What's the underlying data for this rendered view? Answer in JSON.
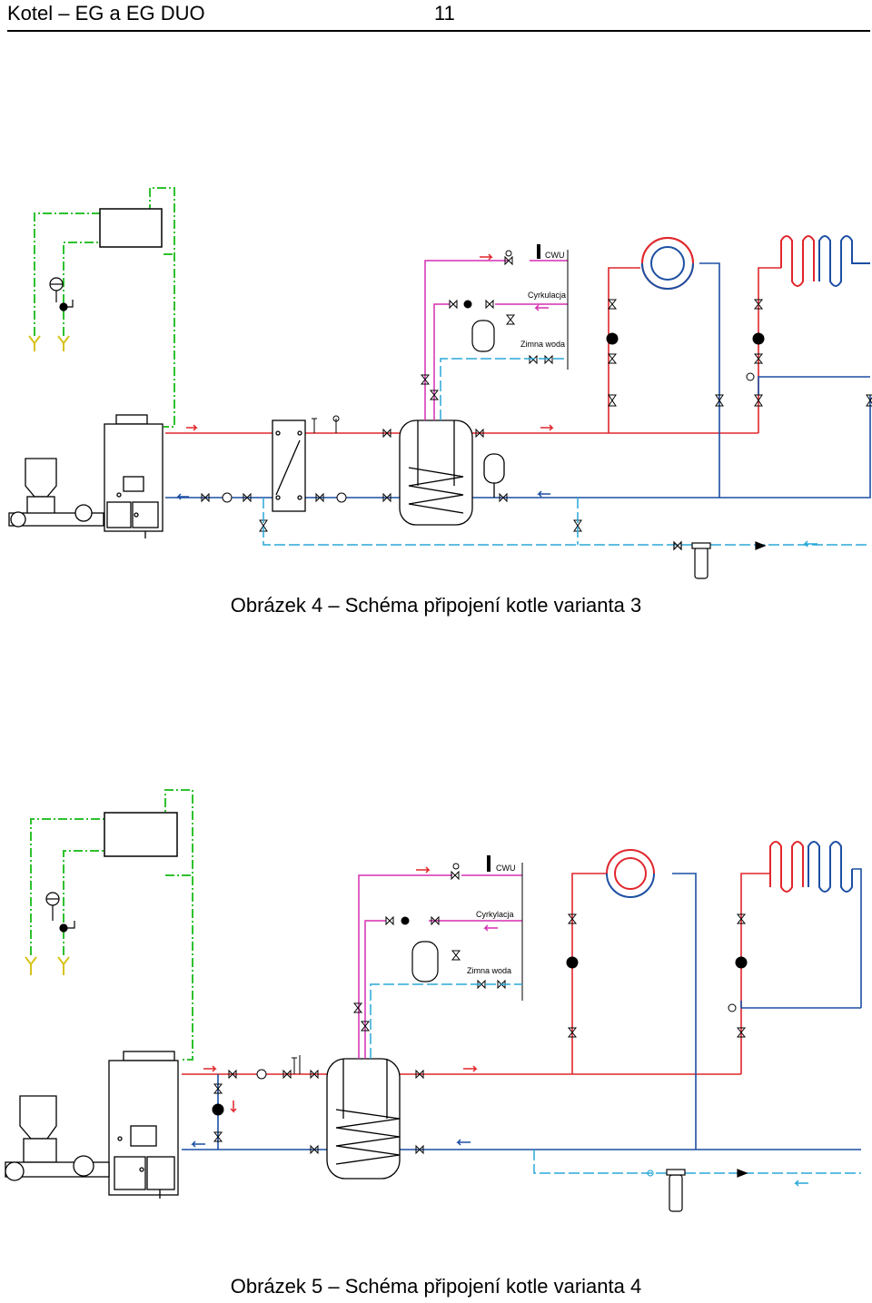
{
  "header": {
    "title": "Kotel – EG a EG DUO",
    "page_number": "11"
  },
  "figures": [
    {
      "caption": "Obrázek 4 – Schéma připojení kotle varianta 3",
      "labels": {
        "cwu": "CWU",
        "circulation": "Cyrkulacja",
        "cold_water": "Zimna woda"
      }
    },
    {
      "caption": "Obrázek 5 – Schéma připojení kotle varianta 4",
      "labels": {
        "cwu": "CWU",
        "circulation": "Cyrkylacja",
        "cold_water": "Zimna woda"
      }
    }
  ],
  "colors": {
    "supply": "#e0262c",
    "return": "#1c4fa3",
    "cold_water": "#2aa7d8",
    "dhw": "#d62fb4",
    "chimney": "#2ec12e",
    "device": "#000000"
  }
}
